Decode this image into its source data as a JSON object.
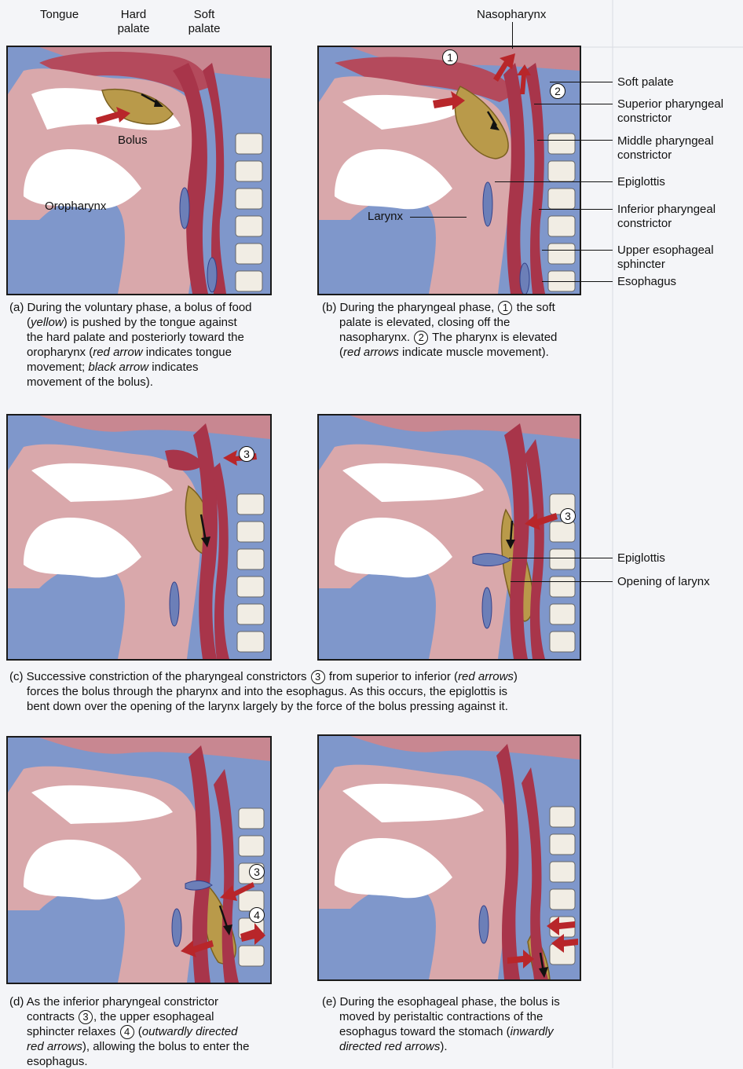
{
  "labels": {
    "tongue": "Tongue",
    "hard_palate_1": "Hard",
    "hard_palate_2": "palate",
    "soft_palate_1": "Soft",
    "soft_palate_2": "palate",
    "bolus": "Bolus",
    "oropharynx": "Oropharynx",
    "nasopharynx": "Nasopharynx",
    "larynx": "Larynx",
    "soft_palate": "Soft palate",
    "superior_1": "Superior pharyngeal",
    "superior_2": "constrictor",
    "middle_1": "Middle pharyngeal",
    "middle_2": "constrictor",
    "epiglottis": "Epiglottis",
    "inferior_1": "Inferior pharyngeal",
    "inferior_2": "constrictor",
    "ues_1": "Upper esophageal",
    "ues_2": "sphincter",
    "esophagus": "Esophagus",
    "epiglottis_c": "Epiglottis",
    "opening_larynx": "Opening of larynx"
  },
  "markers": {
    "one": "1",
    "two": "2",
    "three": "3",
    "four": "4"
  },
  "captions": {
    "a": {
      "l1": "(a) During the voluntary phase, a bolus of food",
      "l2a": "(",
      "l2i": "yellow",
      "l2b": ") is pushed by the tongue against",
      "l3": "the hard palate and posteriorly toward the",
      "l4a": "oropharynx (",
      "l4i": "red arrow",
      "l4b": " indicates tongue",
      "l5a": "movement; ",
      "l5i": "black arrow",
      "l5b": " indicates",
      "l6": "movement of the bolus)."
    },
    "b": {
      "l1a": "(b) During the pharyngeal phase, ",
      "l1b": " the soft",
      "l2": "palate is elevated, closing off the",
      "l3a": "nasopharynx. ",
      "l3b": " The pharynx is elevated",
      "l4a": "(",
      "l4i": "red arrows",
      "l4b": " indicate muscle movement)."
    },
    "c": {
      "l1a": "(c) Successive constriction of the pharyngeal constrictors ",
      "l1b": " from superior to inferior (",
      "l1i": "red arrows",
      "l1c": ")",
      "l2": "forces the bolus through the pharynx and into the esophagus. As this occurs, the epiglottis is",
      "l3": "bent down over the opening of the larynx largely by the force of the bolus pressing against it."
    },
    "d": {
      "l1": "(d) As the inferior pharyngeal constrictor",
      "l2a": "contracts ",
      "l2b": ", the upper esophageal",
      "l3a": "sphincter relaxes ",
      "l3b": " (",
      "l3i": "outwardly directed",
      "l4a": "red arrows",
      "l4b": "), allowing the bolus to enter the",
      "l5": "esophagus."
    },
    "e": {
      "l1": "(e) During the esophageal phase, the bolus is",
      "l2": "moved by peristaltic contractions of the",
      "l3a": "esophagus toward the stomach (",
      "l3i": "inwardly",
      "l4a": "directed red arrows",
      "l4b": ")."
    }
  },
  "colors": {
    "background_blue": "#7f97cb",
    "tissue_pink": "#d7a3a6",
    "muscle_red": "#a8354a",
    "bolus_yellow": "#b99a4a",
    "arrow_red": "#b8262a",
    "vertebra": "#f1ede4"
  }
}
